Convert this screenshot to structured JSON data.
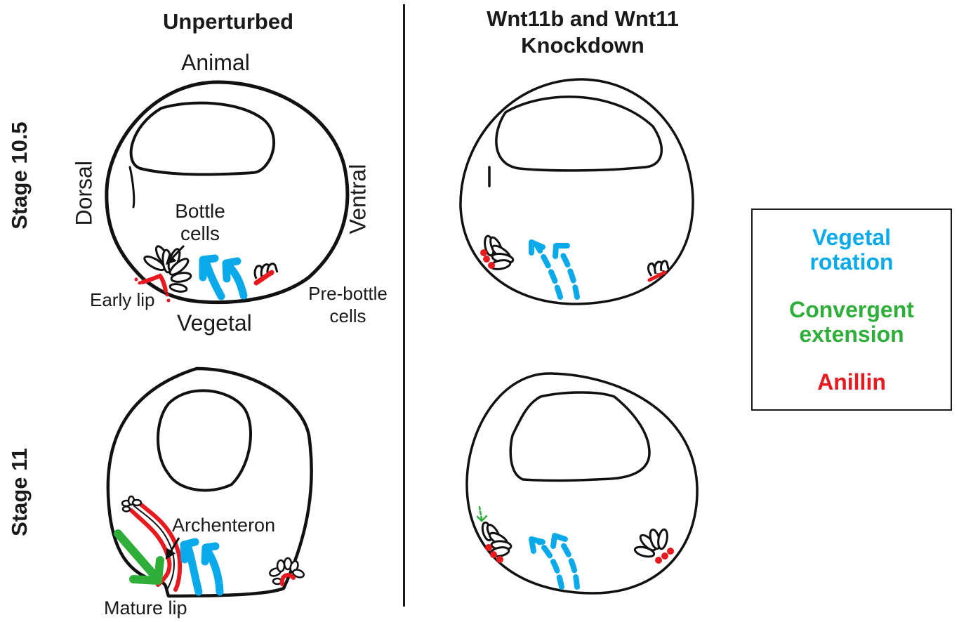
{
  "colors": {
    "vegetal_rotation": "#0aaaea",
    "convergent_extension": "#2fae3a",
    "anillin": "#e8191f",
    "outline": "#111111"
  },
  "columns": [
    {
      "title": "Unperturbed"
    },
    {
      "title_line1": "Wnt11b and Wnt11",
      "title_line2": "Knockdown"
    }
  ],
  "rows": [
    {
      "title": "Stage 10.5"
    },
    {
      "title": "Stage 11"
    }
  ],
  "labels": {
    "animal": "Animal",
    "vegetal": "Vegetal",
    "dorsal": "Dorsal",
    "ventral": "Ventral",
    "bottle_cells_line1": "Bottle",
    "bottle_cells_line2": "cells",
    "early_lip": "Early lip",
    "pre_bottle_line1": "Pre-bottle",
    "pre_bottle_line2": "cells",
    "archenteron": "Archenteron",
    "mature_lip": "Mature lip"
  },
  "legend": {
    "items": [
      {
        "line1": "Vegetal",
        "line2": "rotation",
        "color_key": "vegetal_rotation"
      },
      {
        "line1": "Convergent",
        "line2": "extension",
        "color_key": "convergent_extension"
      },
      {
        "line1": "Anillin",
        "color_key": "anillin"
      }
    ]
  },
  "panels": [
    {
      "id": "unperturbed-stage-10.5",
      "vegetal_rotation": "solid",
      "convergent_extension": "none",
      "anillin": "apical band"
    },
    {
      "id": "knockdown-stage-10.5",
      "vegetal_rotation": "dashed",
      "convergent_extension": "none",
      "anillin": "dots"
    },
    {
      "id": "unperturbed-stage-11",
      "vegetal_rotation": "solid",
      "convergent_extension": "solid",
      "anillin": "lining archenteron"
    },
    {
      "id": "knockdown-stage-11",
      "vegetal_rotation": "dashed",
      "convergent_extension": "small dashed",
      "anillin": "dots"
    }
  ]
}
